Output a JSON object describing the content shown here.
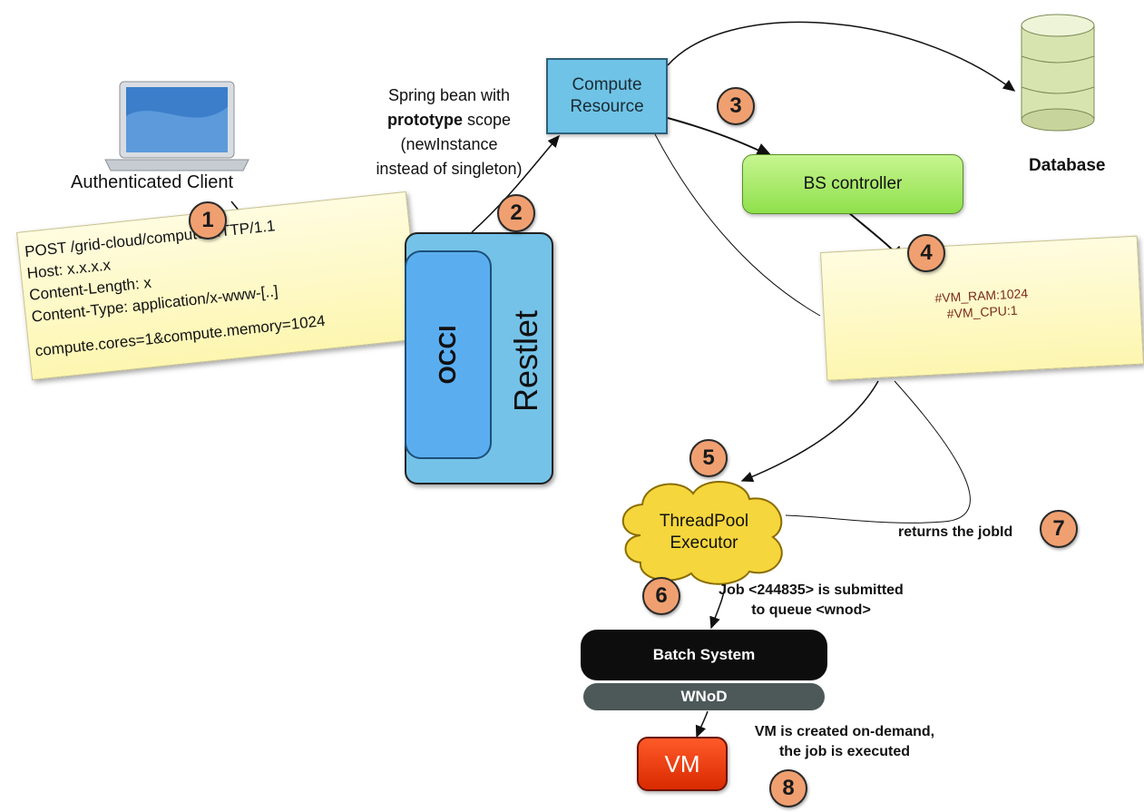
{
  "client": {
    "label": "Authenticated Client"
  },
  "request_note": {
    "lines": [
      "POST /grid-cloud/compute HTTP/1.1",
      "Host: x.x.x.x",
      "Content-Length: x",
      "Content-Type: application/x-www-[..]"
    ],
    "body": "compute.cores=1&compute.memory=1024"
  },
  "restlet": {
    "label": "Restlet",
    "inner_label": "OCCI"
  },
  "spring_note": {
    "line1": "Spring bean with",
    "bold": "prototype",
    "line2_rest": " scope",
    "line3": "(newInstance",
    "line4": "instead of singleton)"
  },
  "compute": {
    "line1": "Compute",
    "line2": "Resource"
  },
  "database": {
    "label": "Database"
  },
  "bs_controller": {
    "label": "BS controller"
  },
  "vm_note": {
    "line1": "#VM_RAM:1024",
    "line2": "#VM_CPU:1"
  },
  "threadpool": {
    "line1": "ThreadPool",
    "line2": "Executor"
  },
  "returns_label": "returns the jobId",
  "job_submitted": {
    "line1": "Job <244835> is submitted",
    "line2": "to queue <wnod>"
  },
  "batch_system": "Batch System",
  "wnod": "WNoD",
  "vm": "VM",
  "vm_created": {
    "line1": "VM is created on-demand,",
    "line2": "the job is executed"
  },
  "steps": [
    "1",
    "2",
    "3",
    "4",
    "5",
    "6",
    "7",
    "8"
  ],
  "colors": {
    "note_yellow": "#fdf6b0",
    "compute_blue": "#6fc3e6",
    "restlet_blue": "#74c2e8",
    "bs_green": "#8fe04c",
    "threadpool_yellow": "#f5d63c",
    "vm_red": "#d92a00",
    "step_orange": "#f0a070"
  }
}
